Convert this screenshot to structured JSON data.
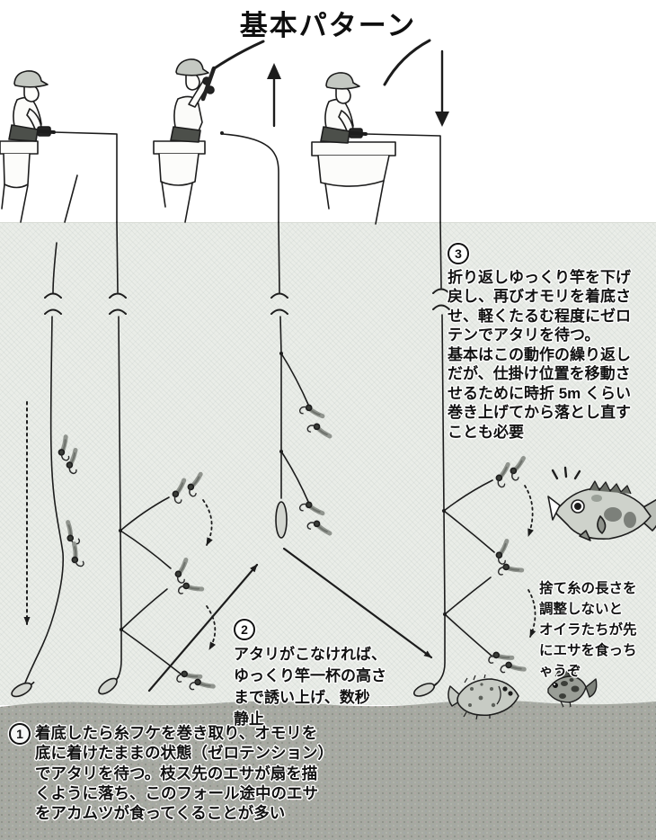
{
  "title": "基本パターン",
  "colors": {
    "ink": "#1c1c1c",
    "water": "#eaede8",
    "seabed": "#a6a9a1",
    "paper": "#ffffff"
  },
  "steps": {
    "s1": {
      "num": "1",
      "text": "着底したら糸フケを巻き取り、オモリを\n底に着けたままの状態（ゼロテンション）\nでアタリを待つ。枝ス先のエサが扇を描\nくように落ち、このフォール途中のエサ\nをアカムツが食ってくることが多い"
    },
    "s2": {
      "num": "2",
      "text": "アタリがこなければ、\nゆっくり竿一杯の高さ\nまで誘い上げ、数秒\n静止"
    },
    "s3": {
      "num": "3",
      "text": "折り返しゆっくり竿を下げ\n戻し、再びオモリを着底さ\nせ、軽くたるむ程度にゼロ\nテンでアタリを待つ。\n基本はこの動作の繰り返し\nだが、仕掛け位置を移動さ\nせるために時折 5m くらい\n巻き上げてから落とし直す\nことも必要"
    }
  },
  "fish_speech": "捨て糸の長さを\n調整しないと\nオイラたちが先\nにエサを食っち\nゃうぞ"
}
